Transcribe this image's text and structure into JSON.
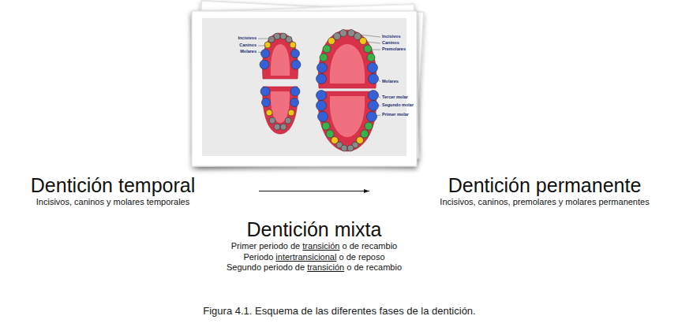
{
  "diagram": {
    "caption": "Figura 4.1. Esquema de las diferentes fases de la dentición.",
    "nodes": [
      {
        "text": [
          "Dentición temporal",
          "Incisivos, caninos y molares temporales"
        ]
      },
      {
        "text": [
          "Dentición permanente",
          "Incisivos, caninos, premolares y molares permanentes"
        ]
      },
      {
        "text": [
          "Dentición mixta",
          "Primer periodo de transición o de recambio",
          "Periodo intertransicional o de reposo",
          "Segundo periodo de transición o de recambio"
        ]
      }
    ],
    "edges": [
      {
        "from": 0,
        "to": 1,
        "arrow": "to"
      }
    ],
    "labels": [
      "Incisivos",
      "Caninos",
      "Molares",
      "Incisivos",
      "Caninos",
      "Premolares",
      "Molares",
      "Tercer molar",
      "Segundo molar",
      "Primer molar"
    ]
  }
}
